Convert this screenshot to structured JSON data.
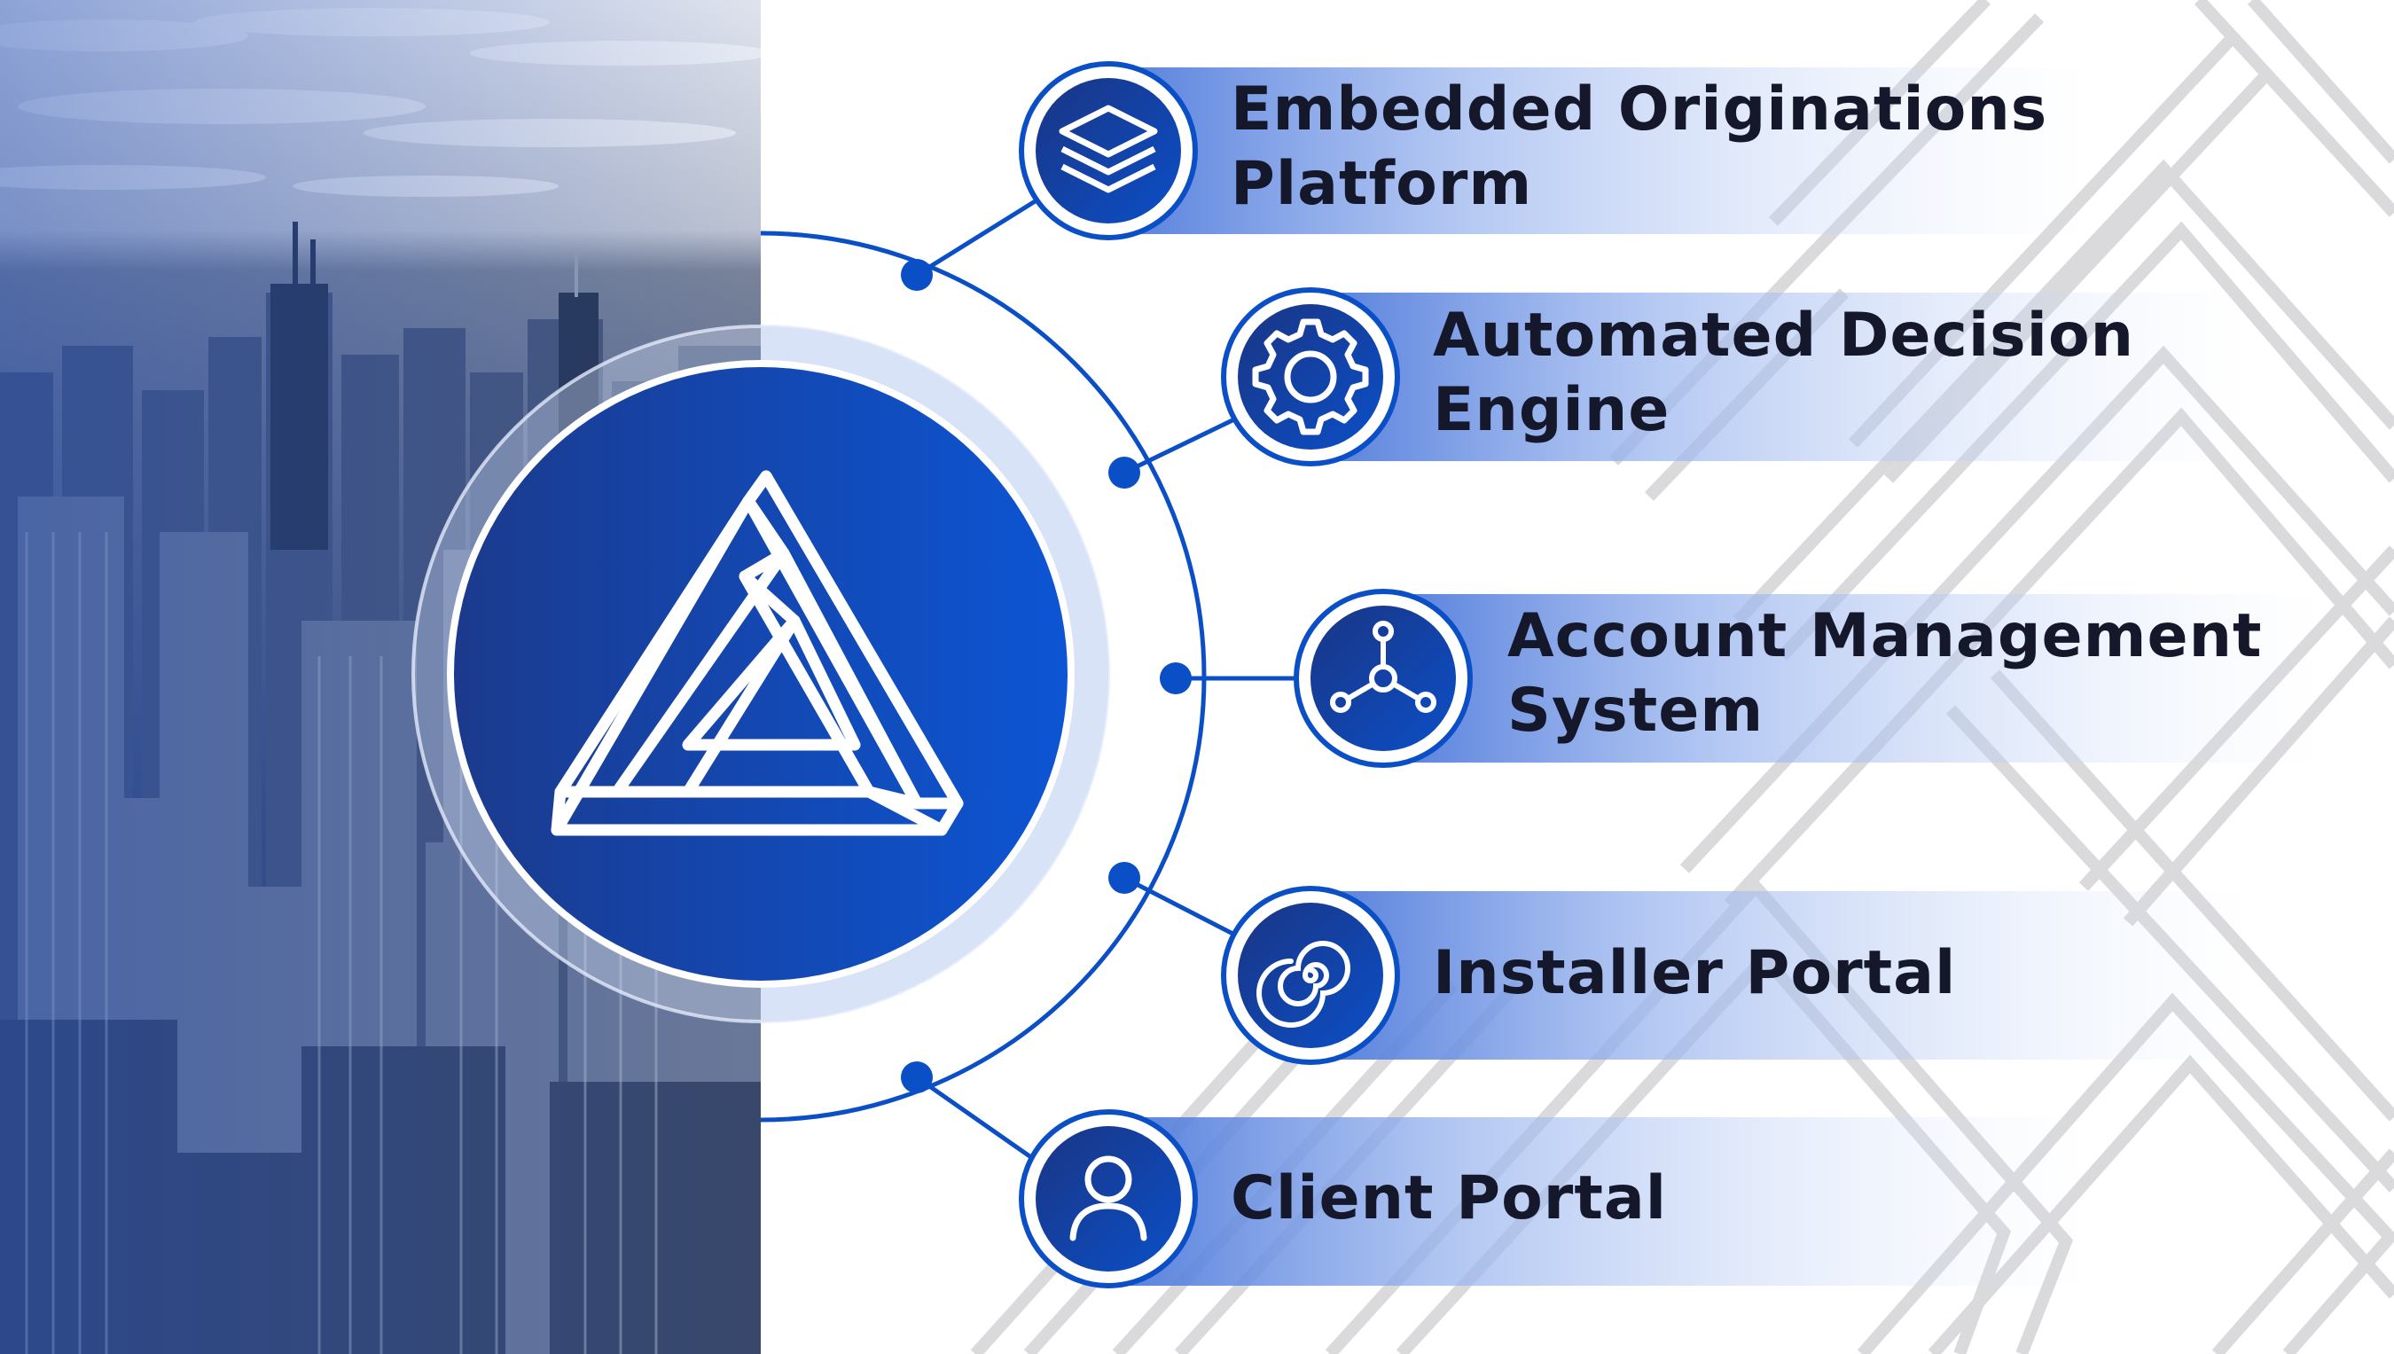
{
  "colors": {
    "primary": "#0b4fc7",
    "navy": "#1a3584",
    "ink": "#15172a",
    "band_light": "#dbe6fb",
    "pattern": "#d3d3d6"
  },
  "hub": {
    "icon": "impossible-triangle-icon"
  },
  "items": [
    {
      "line1": "Embedded Originations",
      "line2": "Platform",
      "icon": "stacked-layers-icon"
    },
    {
      "line1": "Automated Decision",
      "line2": "Engine",
      "icon": "gear-icon"
    },
    {
      "line1": "Account Management",
      "line2": "System",
      "icon": "network-nodes-icon"
    },
    {
      "line1": "Installer Portal",
      "line2": "",
      "icon": "spiral-icon"
    },
    {
      "line1": "Client Portal",
      "line2": "",
      "icon": "user-icon"
    }
  ]
}
